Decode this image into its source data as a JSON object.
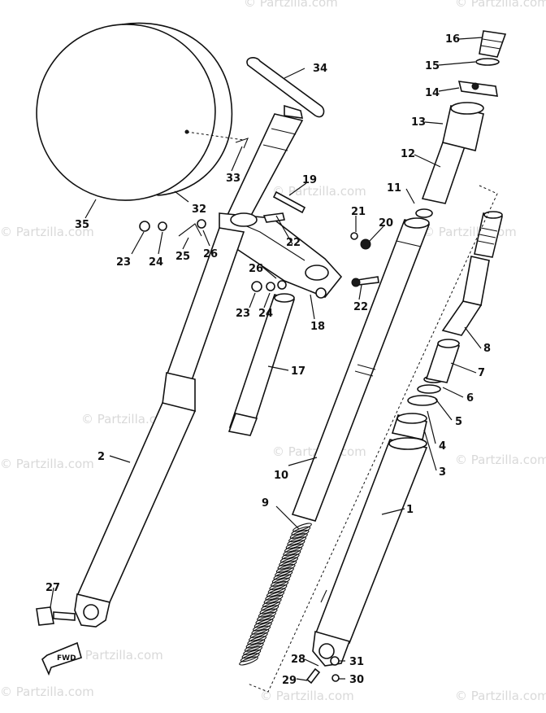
{
  "watermark": "© Partzilla.com",
  "fwd_label": "FWD",
  "callouts": [
    "1",
    "2",
    "3",
    "4",
    "5",
    "6",
    "7",
    "8",
    "9",
    "10",
    "11",
    "12",
    "13",
    "14",
    "15",
    "16",
    "17",
    "18",
    "19",
    "20",
    "21",
    "22",
    "22",
    "23",
    "23",
    "24",
    "24",
    "25",
    "26",
    "26",
    "27",
    "28",
    "29",
    "30",
    "31",
    "32",
    "33",
    "34",
    "35"
  ]
}
